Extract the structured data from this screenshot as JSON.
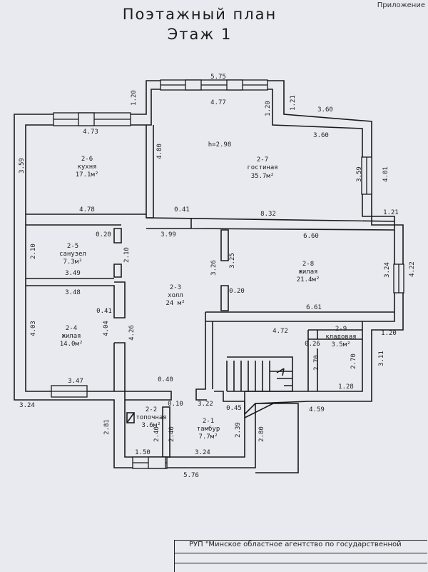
{
  "header": {
    "title_line1": "Поэтажный план",
    "title_line2": "Этаж 1",
    "appendix": "Приложение"
  },
  "footer": {
    "org": "РУП \"Минское областное агентство по государственной"
  },
  "height_note": "h=2.98",
  "rooms": [
    {
      "id": "2-6",
      "name": "кухня",
      "area": "17.1м²"
    },
    {
      "id": "2-7",
      "name": "гостиная",
      "area": "35.7м²"
    },
    {
      "id": "2-5",
      "name": "санузел",
      "area": "7.3м²"
    },
    {
      "id": "2-3",
      "name": "холл",
      "area": "24 м²"
    },
    {
      "id": "2-8",
      "name": "жилая",
      "area": "21.4м²"
    },
    {
      "id": "2-9",
      "name": "кладовая",
      "area": "3.5м²"
    },
    {
      "id": "2-4",
      "name": "жилая",
      "area": "14.0м²"
    },
    {
      "id": "2-2",
      "name": "топочная",
      "area": "3.6м²"
    },
    {
      "id": "2-1",
      "name": "тамбур",
      "area": "7.7м²"
    }
  ],
  "dimensions": [
    "5.75",
    "4.77",
    "1.20",
    "1.20",
    "1.21",
    "3.60",
    "3.60",
    "4.73",
    "3.59",
    "4.80",
    "3.59",
    "4.01",
    "4.78",
    "0.41",
    "3.99",
    "8.32",
    "1.21",
    "0.20",
    "6.60",
    "2.10",
    "2.10",
    "3.26",
    "3.25",
    "3.24",
    "4.22",
    "3.49",
    "3.48",
    "0.20",
    "0.41",
    "4.04",
    "4.03",
    "4.26",
    "6.61",
    "4.72",
    "0.26",
    "1.20",
    "2.70",
    "2.70",
    "3.11",
    "3.47",
    "0.40",
    "1.28",
    "3.24",
    "0.10",
    "3.22",
    "0.45",
    "4.59",
    "2.40",
    "2.40",
    "2.81",
    "2.39",
    "2.80",
    "1.50",
    "3.24",
    "5.76"
  ]
}
